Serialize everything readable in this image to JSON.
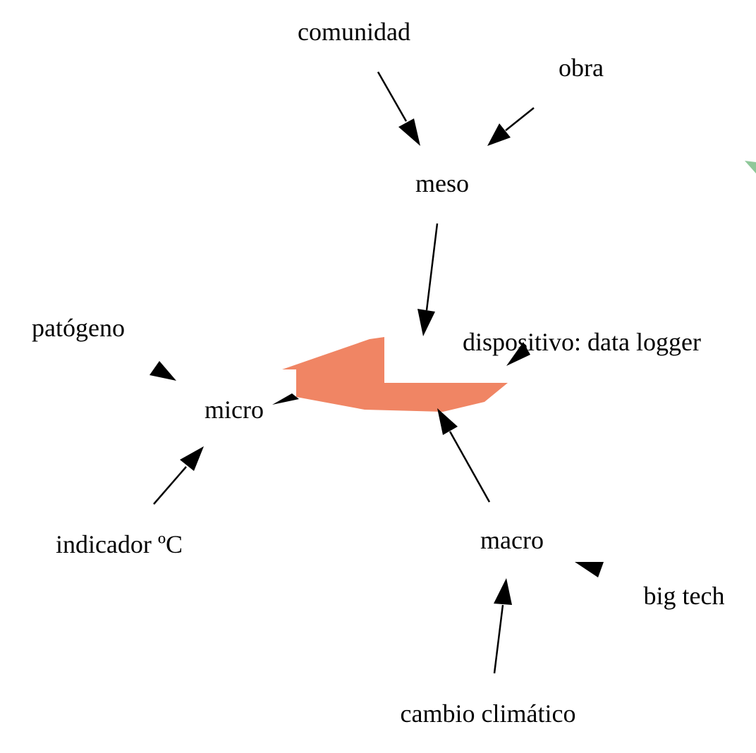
{
  "diagram": {
    "type": "directed-graph",
    "colors": {
      "background": "#ffffff",
      "text": "#000000",
      "edge": "#000000",
      "center_blob": "#f08564",
      "corner_accent": "#8fc89a"
    },
    "nodes": {
      "comunidad": {
        "label": "comunidad"
      },
      "obra": {
        "label": "obra"
      },
      "meso": {
        "label": "meso"
      },
      "patogeno": {
        "label": "patógeno"
      },
      "dispositivo": {
        "label": "dispositivo: data logger"
      },
      "micro": {
        "label": "micro"
      },
      "indicador": {
        "label": "indicador ºC"
      },
      "macro": {
        "label": "macro"
      },
      "bigtech": {
        "label": "big tech"
      },
      "cambio": {
        "label": "cambio climático"
      }
    },
    "edges": [
      {
        "from": "comunidad",
        "to": "meso"
      },
      {
        "from": "obra",
        "to": "meso"
      },
      {
        "from": "meso",
        "to": "center"
      },
      {
        "from": "patogeno",
        "to": "micro"
      },
      {
        "from": "dispositivo",
        "to": "center"
      },
      {
        "from": "center",
        "to": "micro"
      },
      {
        "from": "indicador",
        "to": "micro"
      },
      {
        "from": "macro",
        "to": "center"
      },
      {
        "from": "bigtech",
        "to": "macro"
      },
      {
        "from": "cambio",
        "to": "macro"
      }
    ]
  }
}
